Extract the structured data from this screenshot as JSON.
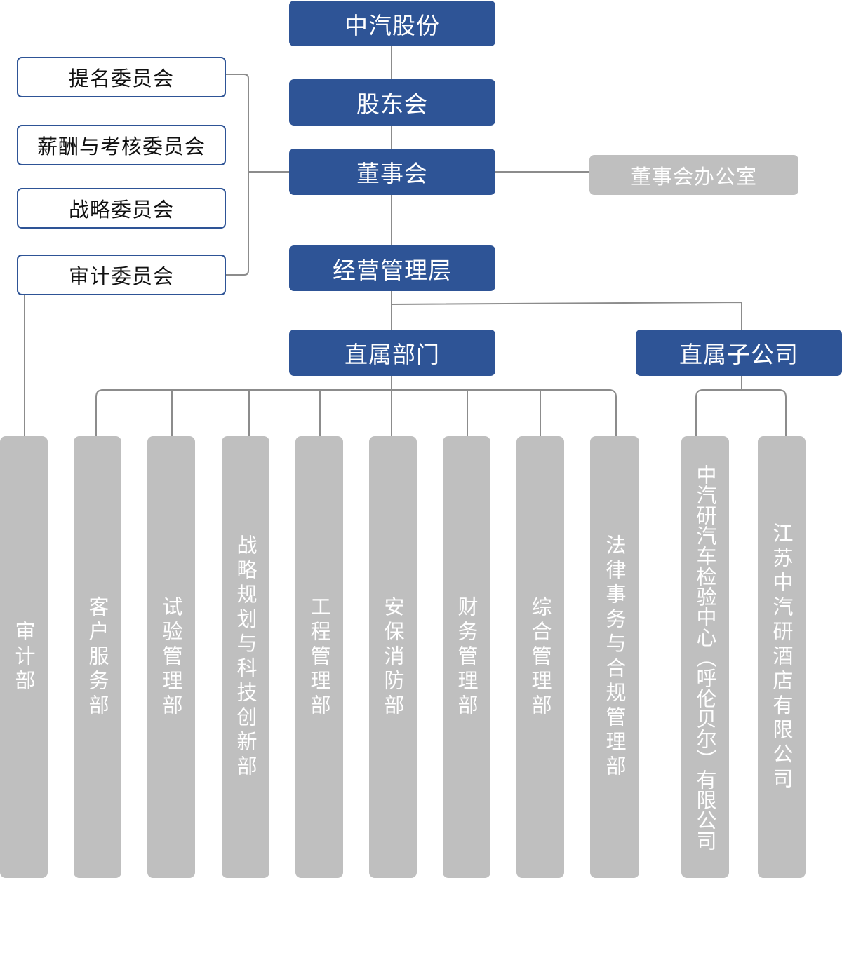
{
  "top_chain": {
    "company": "中汽股份",
    "shareholders": "股东会",
    "board": "董事会",
    "board_office": "董事会办公室",
    "management": "经营管理层"
  },
  "committees": [
    "提名委员会",
    "薪酬与考核委员会",
    "战略委员会",
    "审计委员会"
  ],
  "branches": {
    "direct_departments": "直属部门",
    "direct_subsidiaries": "直属子公司"
  },
  "audit_department": "审计部",
  "departments": [
    "客户服务部",
    "试验管理部",
    "战略规划与科技创新部",
    "工程管理部",
    "安保消防部",
    "财务管理部",
    "综合管理部",
    "法律事务与合规管理部"
  ],
  "subsidiaries": [
    "中汽研汽车检验中心（呼伦贝尔）有限公司",
    "江苏中汽研酒店有限公司"
  ],
  "colors": {
    "primary_blue": "#2e5496",
    "grey_box": "#bfbfbf",
    "connector": "#8c8c8c"
  }
}
